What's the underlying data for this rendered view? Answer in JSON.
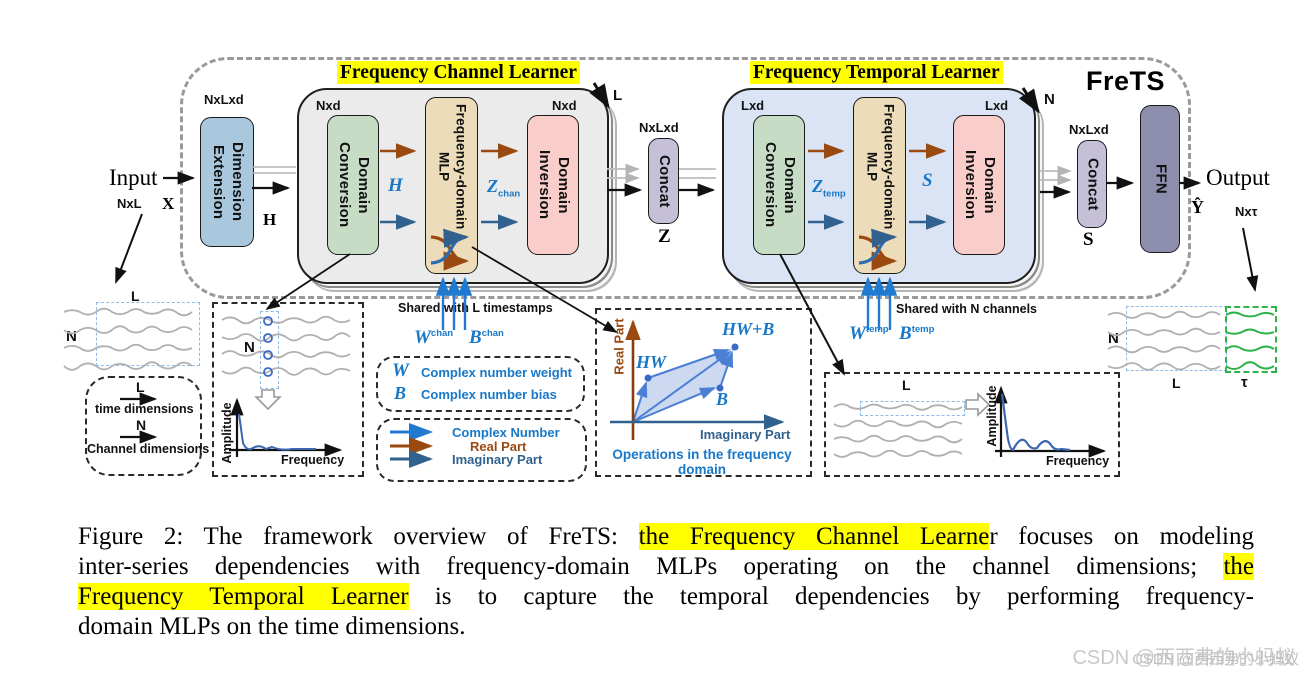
{
  "diagram": {
    "frets_label": "FreTS",
    "titles": {
      "channel": "Frequency Channel Learner",
      "temporal": "Frequency Temporal Learner"
    },
    "io": {
      "input": "Input",
      "output": "Output",
      "x": "X",
      "h": "H",
      "z": "Z",
      "s": "S",
      "y_hat": "Ŷ",
      "nxl": "NxL",
      "nxtau": "Nxτ"
    },
    "dims": {
      "nxlxd": "NxLxd",
      "nxd": "Nxd",
      "lxd": "Lxd",
      "l": "L",
      "n": "N",
      "tau": "τ"
    },
    "blocks": {
      "dimension_extension": "Dimension\nExtension",
      "domain_conversion": "Domain\nConversion",
      "freq_mlp": "Frequency-domain\nMLP",
      "domain_inversion": "Domain\nInversion",
      "concat": "Concat",
      "ffn": "FFN"
    },
    "math": {
      "h_script": "H",
      "z_chan": {
        "base": "Z",
        "sub": "chan"
      },
      "z_temp": {
        "base": "Z",
        "sub": "temp"
      },
      "s_script": "S",
      "w_chan": {
        "base": "W",
        "sup": "chan"
      },
      "b_chan": {
        "base": "B",
        "sup": "chan"
      },
      "w_temp": {
        "base": "W",
        "sup": "temp"
      },
      "b_temp": {
        "base": "B",
        "sup": "temp"
      },
      "hw": "HW",
      "b_point": "B",
      "hw_plus_b": "HW+B"
    },
    "legends": {
      "shared_l": "Shared with L timestamps",
      "shared_n": "Shared with N channels",
      "weight_symbol": "W",
      "weight_label": "Complex number weight",
      "bias_symbol": "B",
      "bias_label": "Complex number bias",
      "arrow_complex": "Complex Number",
      "arrow_real": "Real Part",
      "arrow_imag": "Imaginary Part",
      "dim_l": "L",
      "dim_time": "time dimensions",
      "dim_n": "N",
      "dim_channel": "Channel dimensions",
      "ops_caption": "Operations in the frequency domain",
      "real_axis": "Real Part",
      "imag_axis": "Imaginary Part",
      "amplitude": "Amplitude",
      "frequency": "Frequency"
    },
    "colors": {
      "yellow_highlight": "#ffff00",
      "script_blue": "#1878c8",
      "real_brown": "#9a4a10",
      "imag_steel": "#31618f",
      "dim_ext_fill": "#a9c8dd",
      "conversion_fill": "#c7dcc5",
      "mlp_fill": "#ecdcb9",
      "inversion_fill": "#f9cdc9",
      "concat_fill": "#c5c0d8",
      "ffn_fill": "#8d8ead",
      "channel_learner_fill": "#ebebeb",
      "temporal_learner_fill": "#dbe4f4",
      "forecast_green": "#2db34a"
    }
  },
  "caption": {
    "line1_pre": "Figure 2: The framework overview of FreTS: ",
    "line1_hl": "the Frequency Channel Learne",
    "line1_post": "r focuses on modeling",
    "line2_pre": "inter-series dependencies with frequency-domain MLPs operating on the channel dimensions; ",
    "line2_hl": "the",
    "line3_hl": "Frequency Temporal Learner",
    "line3_post": " is to capture the temporal dependencies by performing frequency-",
    "line4": "domain MLPs on the time dimensions."
  },
  "watermark": {
    "text": "CSDN @西西弗的小蚂蚁"
  }
}
